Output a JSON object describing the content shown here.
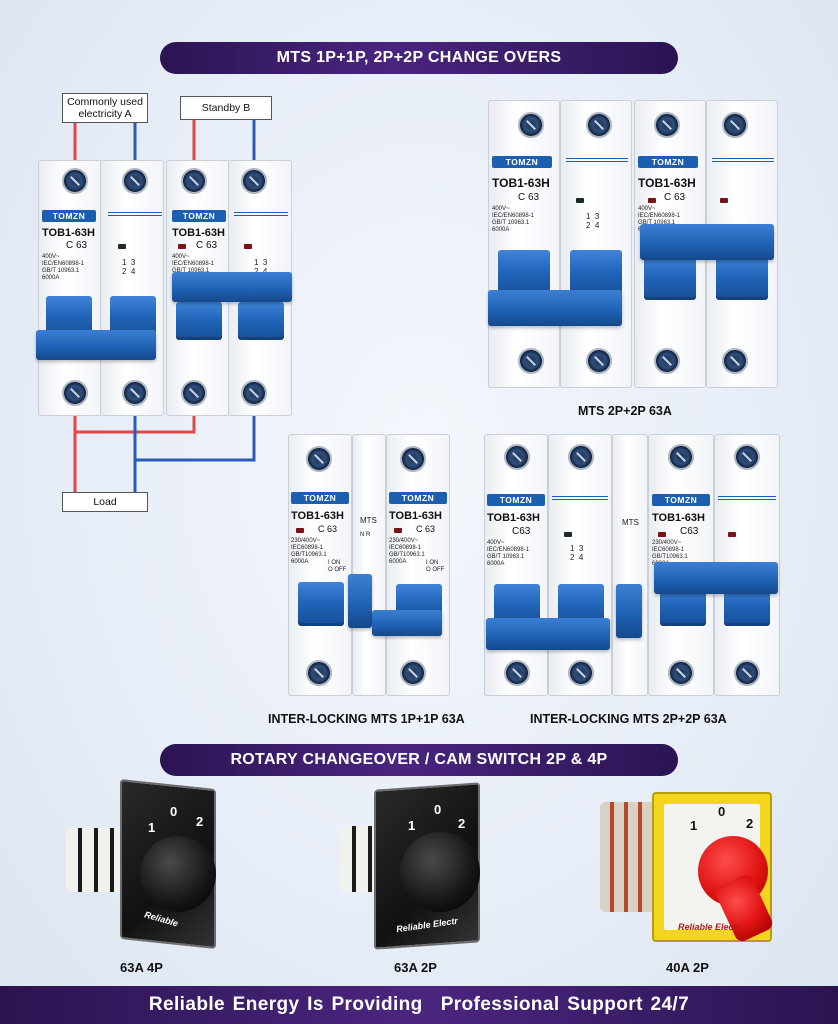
{
  "header": {
    "title": "MTS 1P+1P, 2P+2P CHANGE OVERS"
  },
  "wiring": {
    "source_a": "Commonly used electricity A",
    "source_b": "Standby B",
    "load": "Load",
    "colors": {
      "line_a": "#e04848",
      "line_b": "#2b5bb8"
    }
  },
  "breaker": {
    "brand": "TOMZN",
    "model": "TOB1-63H",
    "rating": "C 63",
    "rating_b": "C63",
    "spec_400": "400V~\nIEC/EN60898-1\nGB/T 10963.1\n6000A",
    "spec_230": "230/400V~\nIEC60898-1\nGB/T10963.1\n6000A",
    "terminal_marks": "1  3\n2  4",
    "on_off": "I ON\nO OFF",
    "mts_label": "MTS",
    "mts_nr": "N  R",
    "colors": {
      "accent": "#1f63b8"
    }
  },
  "products": {
    "mts_2p2p": "MTS 2P+2P 63A",
    "interlock_1p1p": "INTER-LOCKING MTS 1P+1P 63A",
    "interlock_2p2p": "INTER-LOCKING MTS 2P+2P 63A"
  },
  "rotary_section": {
    "title": "ROTARY CHANGEOVER / CAM SWITCH 2P & 4P"
  },
  "rotary": {
    "positions": [
      "1",
      "0",
      "2"
    ],
    "plate_brand": "Reliable",
    "plate_brand_long": "Reliable Electr",
    "items": [
      {
        "label": "63A 4P"
      },
      {
        "label": "63A 2P"
      },
      {
        "label": "40A 2P"
      }
    ]
  },
  "footer": {
    "left": "Reliable Energy Is Providing",
    "right": "Professional Support 24/7"
  }
}
